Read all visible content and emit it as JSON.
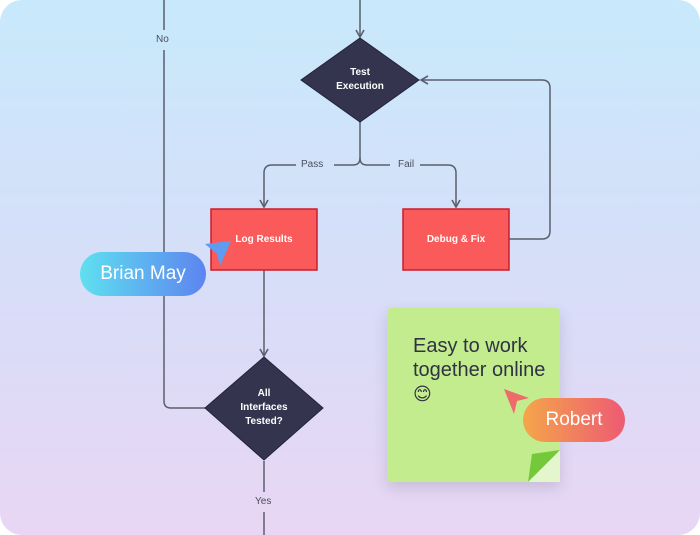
{
  "diagram": {
    "nodes": {
      "test_execution": "Test\nExecution",
      "log_results": "Log Results",
      "debug_fix": "Debug & Fix",
      "all_interfaces_tested": "All\nInterfaces\nTested?"
    },
    "edges": {
      "no": "No",
      "pass": "Pass",
      "fail": "Fail",
      "yes": "Yes"
    }
  },
  "sticky_note": {
    "text": "Easy to work together online",
    "emoji": "😊"
  },
  "collaborators": [
    {
      "name": "Brian May",
      "color": "#5d9cf0"
    },
    {
      "name": "Robert",
      "color": "#ef6a6a"
    }
  ],
  "colors": {
    "diamond": "#35344f",
    "process_box": "#fa5a5a",
    "process_border": "#c81e2e",
    "connector": "#5a5f6d",
    "sticky": "#c3ec8f",
    "sticky_fold": "#74c93b"
  }
}
